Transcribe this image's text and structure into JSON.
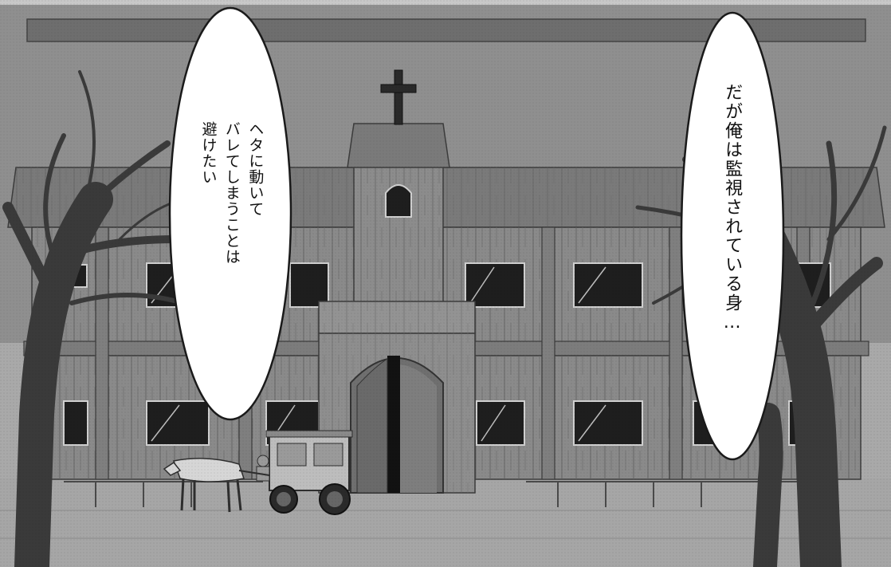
{
  "balloons": {
    "left": {
      "lines": [
        "ヘタに動いて",
        "バレてしまうことは",
        "避けたい"
      ]
    },
    "right": {
      "lines": [
        "だが俺は監視されている身…"
      ]
    }
  },
  "colors": {
    "sky": "#8f8f8f",
    "building": "#8a8a8a",
    "ground": "#a6a6a6",
    "window": "#1e1e1e",
    "balloon": "#ffffff",
    "ink": "#111111"
  }
}
